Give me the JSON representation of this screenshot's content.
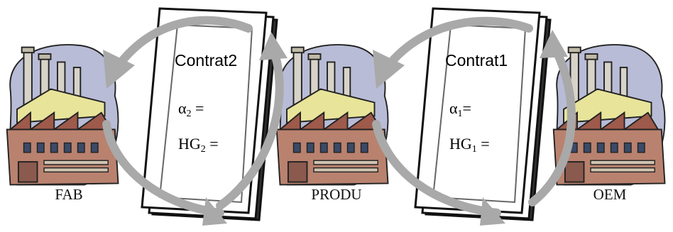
{
  "factories": [
    {
      "id": "fab",
      "label": "FAB",
      "icon": "factory-icon"
    },
    {
      "id": "produ",
      "label": "PRODU",
      "icon": "factory-icon"
    },
    {
      "id": "oem",
      "label": "OEM",
      "icon": "factory-icon"
    }
  ],
  "contracts": [
    {
      "id": "contract2",
      "title": "Contrat2",
      "alpha_symbol": "α",
      "alpha_index": "2",
      "alpha_eq": "=",
      "hg_symbol": "HG",
      "hg_index": "2",
      "hg_eq": "="
    },
    {
      "id": "contract1",
      "title": "Contrat1",
      "alpha_symbol": "α",
      "alpha_index": "1",
      "alpha_eq": "=",
      "hg_symbol": "HG",
      "hg_index": "1",
      "hg_eq": "="
    }
  ],
  "colors": {
    "arrow": "#a9a9a9",
    "sky": "#b8bcd6",
    "brick": "#b9826f",
    "roof": "#e8e49a",
    "chimney": "#d8d3c8",
    "window": "#3a4a68"
  }
}
